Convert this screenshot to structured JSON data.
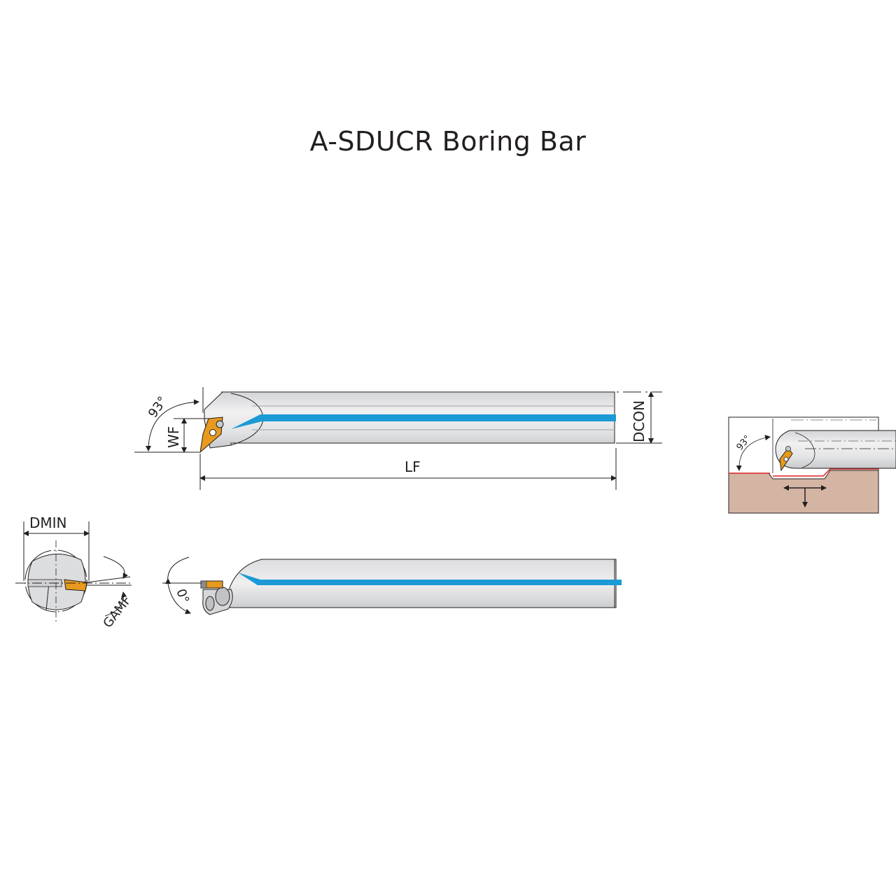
{
  "title": "A-SDUCR Boring Bar",
  "labels": {
    "angle_top": "93°",
    "wf": "WF",
    "dcon": "DCON",
    "lf": "LF",
    "dmin": "DMIN",
    "gamf": "GAMF",
    "angle_side": "0°",
    "angle_inset": "93°"
  },
  "colors": {
    "body_light": "#e6e7e8",
    "body_mid": "#cfd0d2",
    "coolant": "#1b9ad6",
    "insert": "#e79a1d",
    "workpiece": "#d4b5a3",
    "outline": "#231f20",
    "cut_line": "#e02020"
  }
}
